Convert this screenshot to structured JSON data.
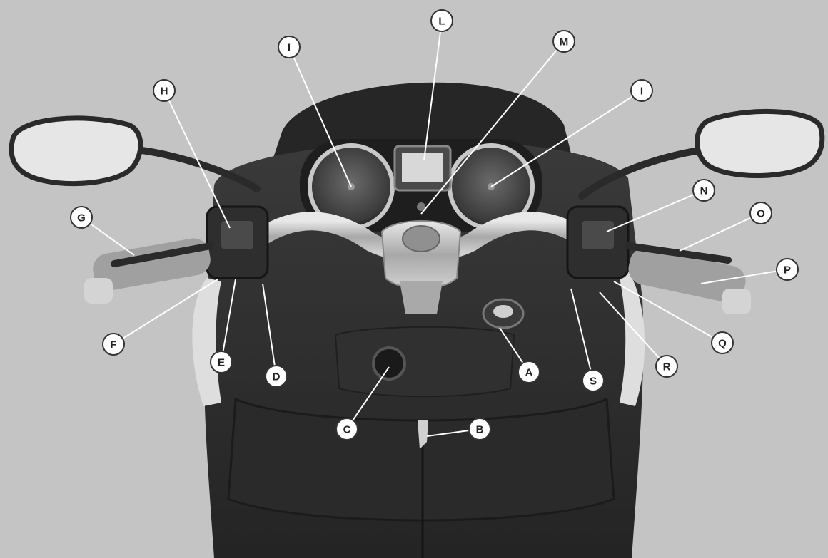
{
  "callouts": [
    {
      "letter": "A",
      "part": "part-a"
    },
    {
      "letter": "B",
      "part": "part-b"
    },
    {
      "letter": "C",
      "part": "part-c"
    },
    {
      "letter": "D",
      "part": "part-d"
    },
    {
      "letter": "E",
      "part": "part-e"
    },
    {
      "letter": "F",
      "part": "part-f"
    },
    {
      "letter": "G",
      "part": "part-g"
    },
    {
      "letter": "H",
      "part": "part-h"
    },
    {
      "letter": "I",
      "part": "part-i-left"
    },
    {
      "letter": "L",
      "part": "part-l"
    },
    {
      "letter": "M",
      "part": "part-m"
    },
    {
      "letter": "I",
      "part": "part-i-right"
    },
    {
      "letter": "N",
      "part": "part-n"
    },
    {
      "letter": "O",
      "part": "part-o"
    },
    {
      "letter": "P",
      "part": "part-p"
    },
    {
      "letter": "Q",
      "part": "part-q"
    },
    {
      "letter": "R",
      "part": "part-r"
    },
    {
      "letter": "S",
      "part": "part-s"
    }
  ],
  "colors": {
    "background": "#c4c4c4",
    "body": "#2c2c2c",
    "body_shadow": "#1c1c1c",
    "chrome": "#bdbdbd",
    "mirror": "#e6e6e6",
    "callout_fill": "#ffffff",
    "callout_stroke": "#333333",
    "leader": "#ffffff"
  }
}
